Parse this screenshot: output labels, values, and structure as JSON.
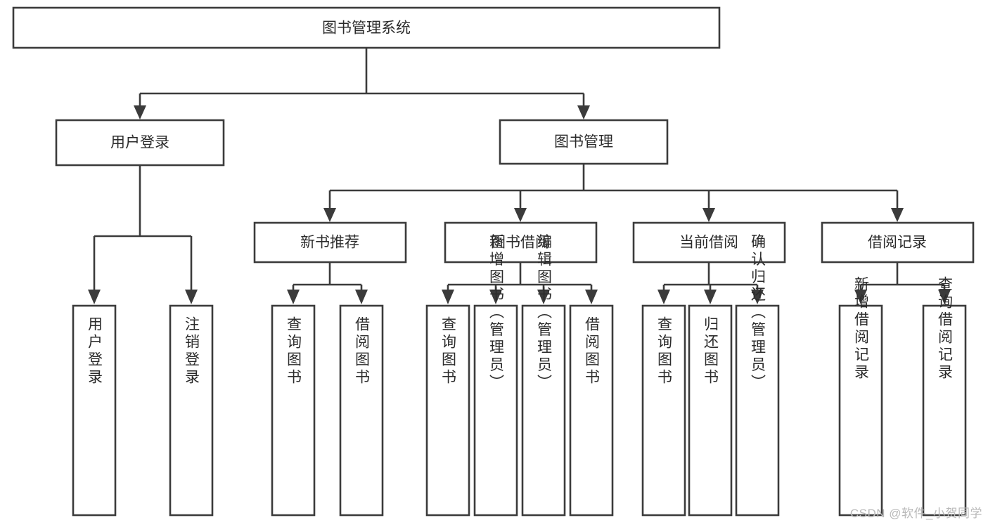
{
  "diagram": {
    "type": "tree",
    "title": "图书管理系统",
    "watermark": "CSDN @软件_小贺同学",
    "colors": {
      "box_stroke": "#3b3b3b",
      "box_fill": "#ffffff",
      "text": "#2b2b2b",
      "connector": "#3b3b3b",
      "background": "#ffffff",
      "watermark": "#b9b9b9"
    },
    "root": {
      "label": "图书管理系统",
      "orientation": "horizontal"
    },
    "level2": [
      {
        "label": "用户登录",
        "orientation": "horizontal"
      },
      {
        "label": "图书管理",
        "orientation": "horizontal"
      }
    ],
    "level3": [
      {
        "label": "新书推荐",
        "orientation": "horizontal"
      },
      {
        "label": "图书借阅",
        "orientation": "horizontal"
      },
      {
        "label": "当前借阅",
        "orientation": "horizontal"
      },
      {
        "label": "借阅记录",
        "orientation": "horizontal"
      }
    ],
    "leaves": {
      "user_login": [
        {
          "label": "用户登录",
          "orientation": "vertical"
        },
        {
          "label": "注销登录",
          "orientation": "vertical"
        }
      ],
      "new_book_recommend": [
        {
          "label": "查询图书",
          "orientation": "vertical"
        },
        {
          "label": "借阅图书",
          "orientation": "vertical"
        }
      ],
      "book_borrow": [
        {
          "label": "查询图书",
          "orientation": "vertical"
        },
        {
          "label": "新增图书（管理员）",
          "orientation": "vertical"
        },
        {
          "label": "编辑图书（管理员）",
          "orientation": "vertical"
        },
        {
          "label": "借阅图书",
          "orientation": "vertical"
        }
      ],
      "current_borrow": [
        {
          "label": "查询图书",
          "orientation": "vertical"
        },
        {
          "label": "归还图书",
          "orientation": "vertical"
        },
        {
          "label": "确认归还（管理员）",
          "orientation": "vertical"
        }
      ],
      "borrow_record": [
        {
          "label": "新增借阅记录",
          "orientation": "vertical"
        },
        {
          "label": "查询借阅记录",
          "orientation": "vertical"
        }
      ]
    }
  }
}
